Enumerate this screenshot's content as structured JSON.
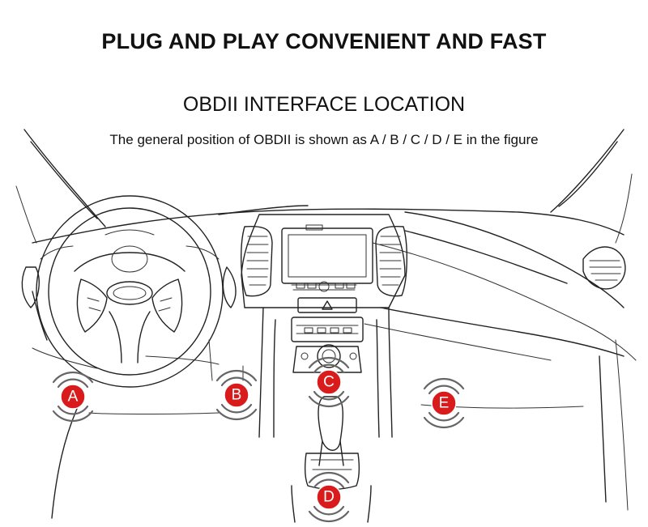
{
  "header": {
    "title": "PLUG AND PLAY CONVENIENT AND FAST",
    "subtitle": "OBDII INTERFACE LOCATION",
    "caption": "The general position of OBDII is shown as A / B / C / D / E in the figure"
  },
  "markers": [
    {
      "label": "A",
      "id": "a"
    },
    {
      "label": "B",
      "id": "b"
    },
    {
      "label": "C",
      "id": "c"
    },
    {
      "label": "D",
      "id": "d"
    },
    {
      "label": "E",
      "id": "e"
    }
  ],
  "colors": {
    "marker_fill": "#d91b1b",
    "marker_ring": "#ffffff",
    "line": "#222222",
    "background": "#ffffff"
  },
  "icons": {
    "up_arrow_button": "triangle-up-icon"
  }
}
